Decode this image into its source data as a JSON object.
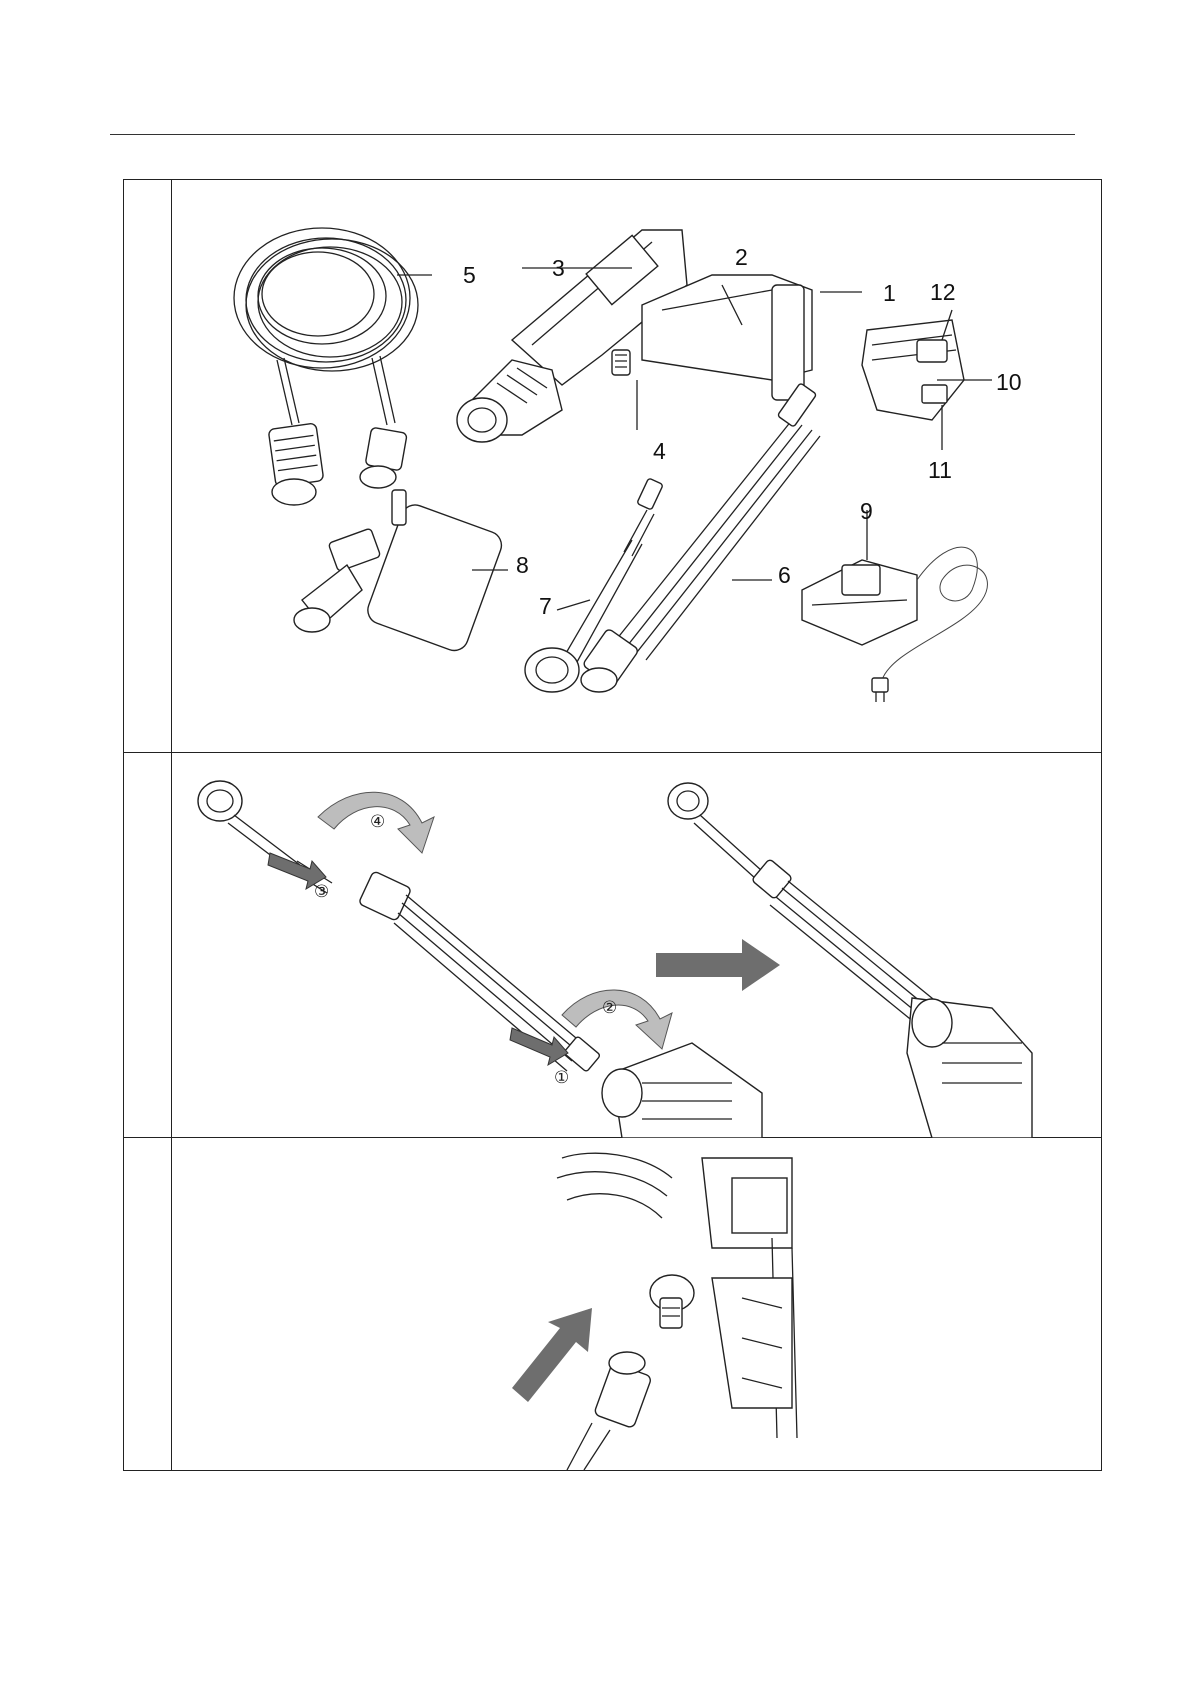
{
  "parts_labels": [
    "1",
    "2",
    "3",
    "4",
    "5",
    "6",
    "7",
    "8",
    "9",
    "10",
    "11",
    "12"
  ],
  "step_markers": [
    "①",
    "②",
    "③",
    "④"
  ],
  "colors": {
    "border": "#222222",
    "arrow_light": "#bdbdbd",
    "arrow_dark": "#6e6e6e"
  }
}
